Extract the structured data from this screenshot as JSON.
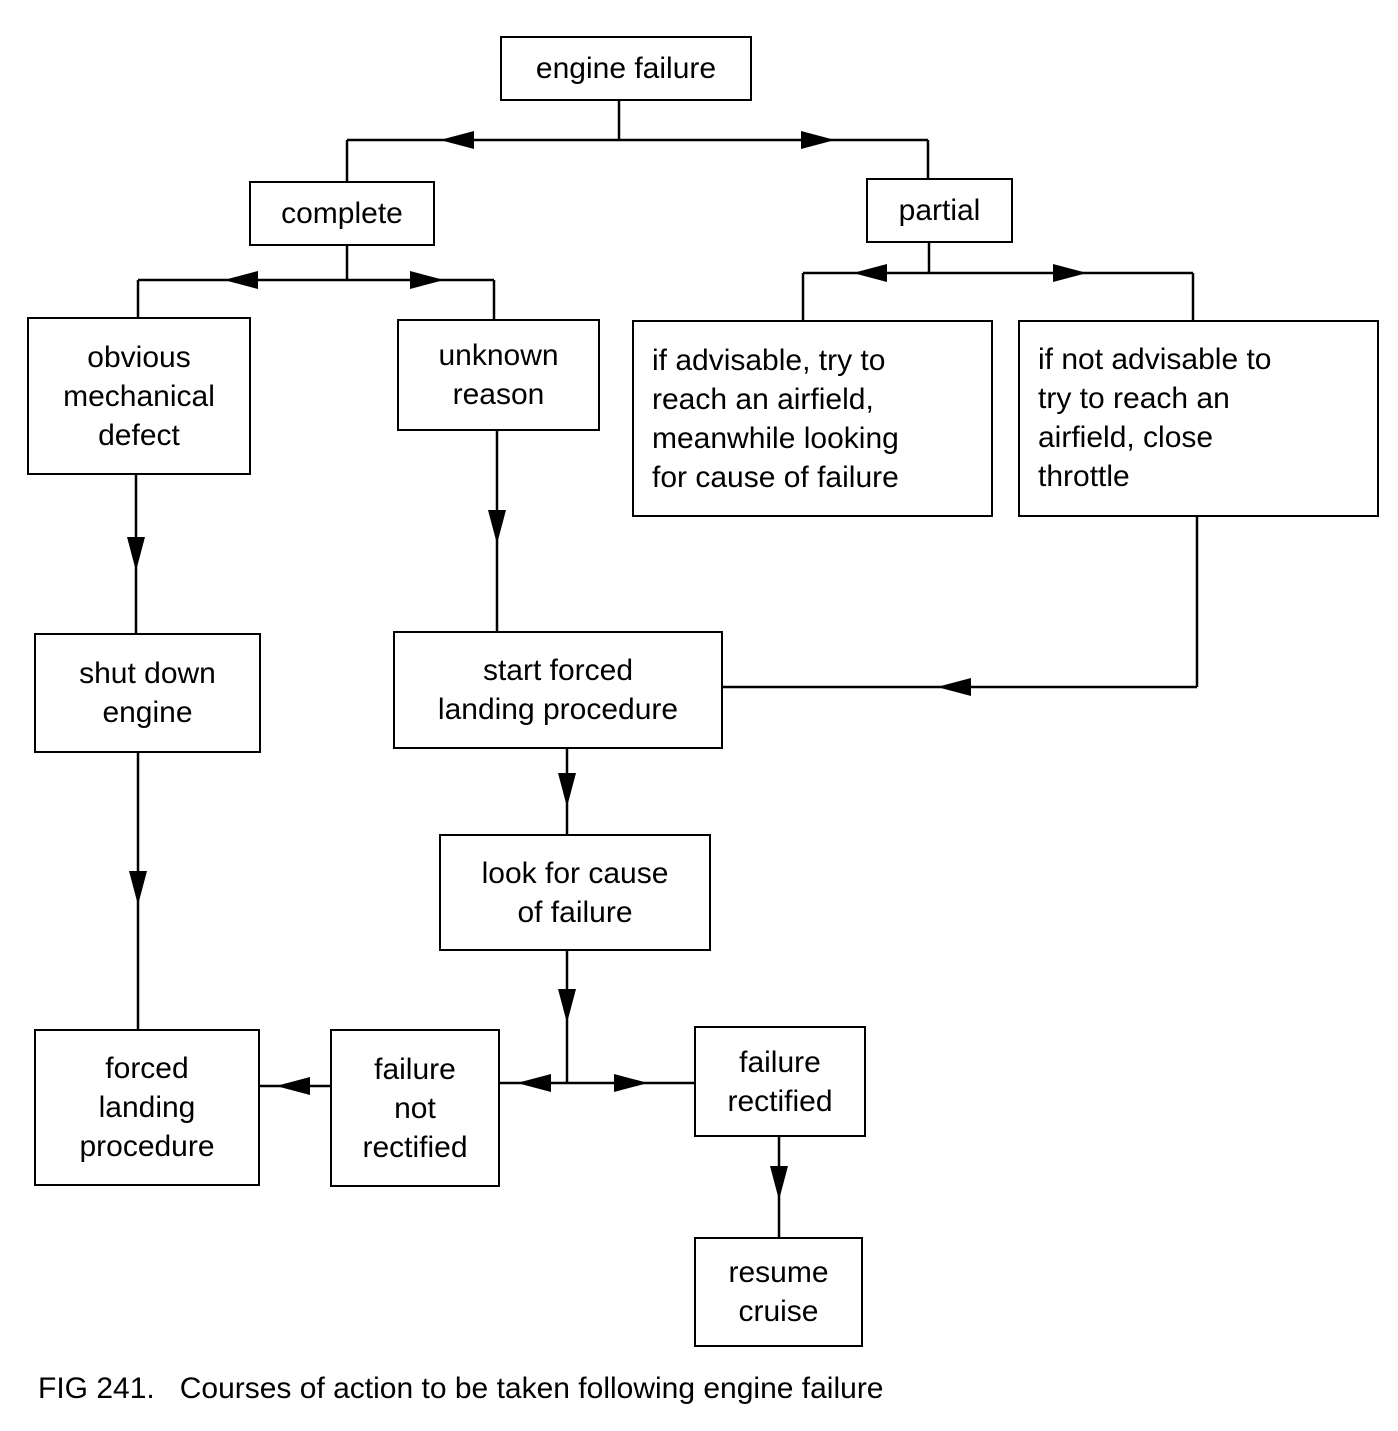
{
  "nodes": {
    "engine_failure": "engine failure",
    "complete": "complete",
    "partial": "partial",
    "obvious_defect": "obvious\nmechanical\ndefect",
    "unknown_reason": "unknown\nreason",
    "partial_advisable": "if advisable, try to\nreach an airfield,\nmeanwhile looking\nfor cause of failure",
    "partial_not_advisable": "if not advisable to\ntry to reach an\nairfield, close\nthrottle",
    "shut_down": "shut down\nengine",
    "start_forced_landing": "start forced\nlanding procedure",
    "look_for_cause": "look for cause\nof failure",
    "forced_landing": "forced\nlanding\nprocedure",
    "not_rectified": "failure\nnot\nrectified",
    "rectified": "failure\nrectified",
    "resume_cruise": "resume\ncruise"
  },
  "caption": "FIG 241.   Courses of action to be taken following engine failure"
}
